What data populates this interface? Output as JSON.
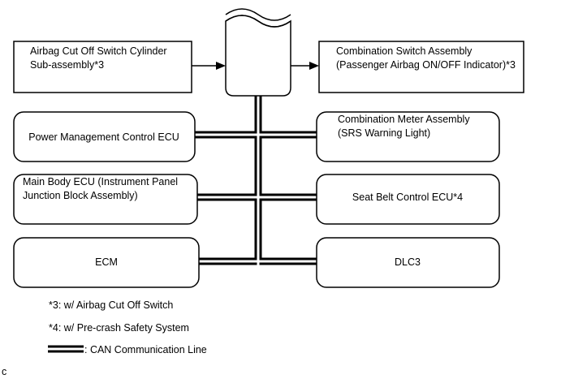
{
  "boxes": {
    "airbag_cutoff": {
      "line1": "Airbag Cut Off Switch Cylinder",
      "line2": "Sub-assembly*3"
    },
    "combo_switch": {
      "line1": "Combination Switch Assembly",
      "line2": "(Passenger Airbag ON/OFF Indicator)*3"
    },
    "power_mgmt": {
      "line1": "Power Management Control ECU"
    },
    "combo_meter": {
      "line1": "Combination Meter Assembly",
      "line2": "(SRS Warning Light)"
    },
    "main_body": {
      "line1": "Main Body ECU (Instrument Panel",
      "line2": "Junction Block Assembly)"
    },
    "seat_belt": {
      "line1": "Seat Belt Control ECU*4"
    },
    "ecm": {
      "line1": "ECM"
    },
    "dlc3": {
      "line1": "DLC3"
    }
  },
  "notes": {
    "note3": "*3: w/ Airbag Cut Off Switch",
    "note4": "*4: w/ Pre-crash Safety System",
    "legend_can": ": CAN Communication Line"
  },
  "corner_code": "c"
}
